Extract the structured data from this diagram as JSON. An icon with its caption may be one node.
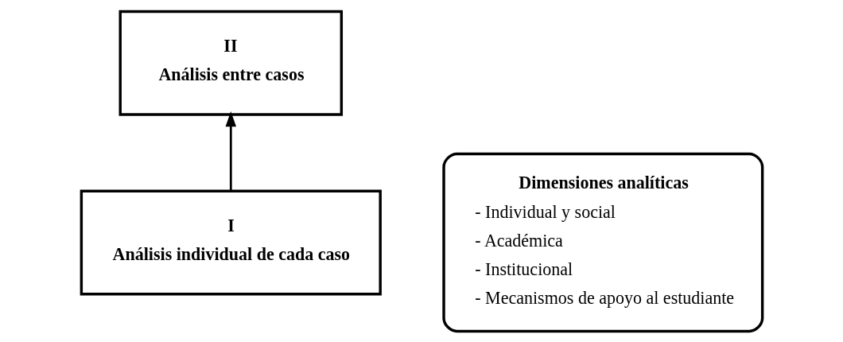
{
  "diagram": {
    "nodes": [
      {
        "text": [
          "II",
          "Análisis entre casos"
        ]
      },
      {
        "text": [
          "I",
          "Análisis individual de cada caso"
        ]
      },
      {
        "text": [
          "Dimensiones analíticas",
          "- Individual y social",
          "- Académica",
          "- Institucional",
          "- Mecanismos de apoyo al estudiante"
        ]
      }
    ],
    "edges": [
      {
        "from": 1,
        "to": 0,
        "arrow": "to"
      }
    ]
  }
}
